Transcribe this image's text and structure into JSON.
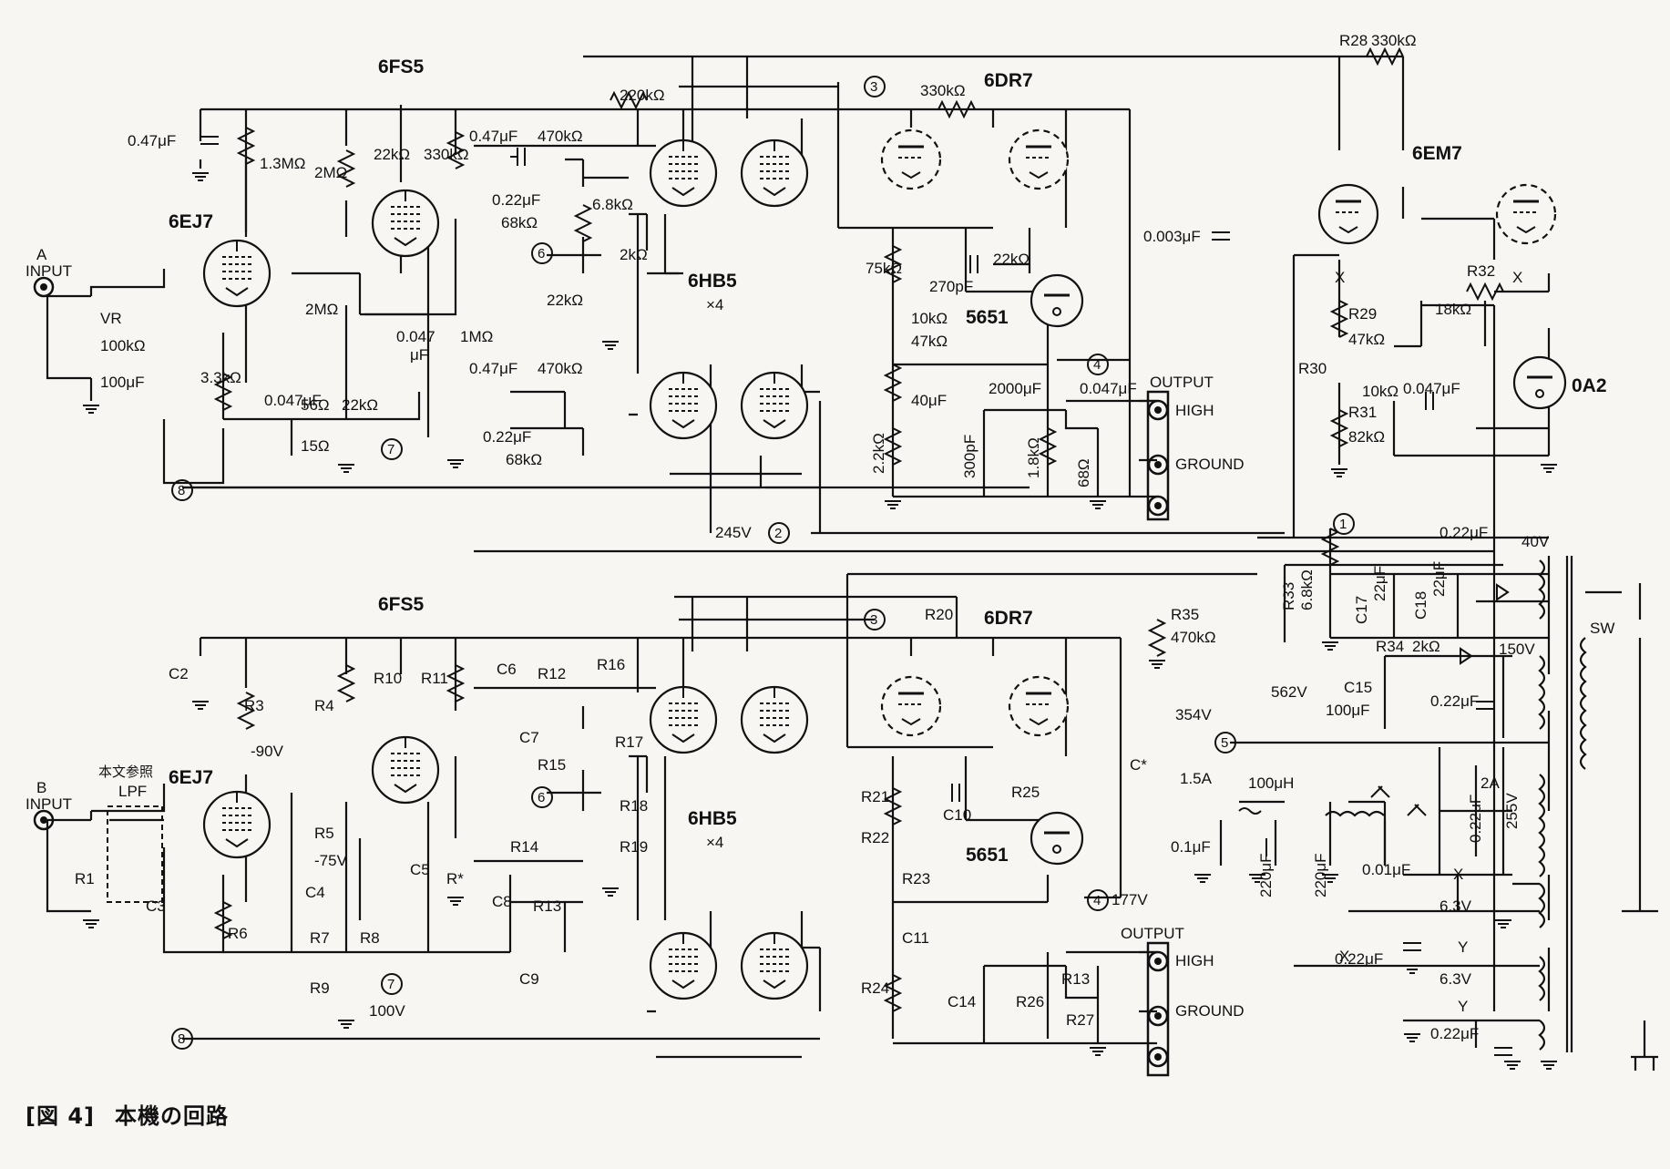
{
  "caption": {
    "figure": "[図 4]",
    "title": "本機の回路"
  },
  "tubes": {
    "v6ej7": "6EJ7",
    "v6fs5": "6FS5",
    "v6hb5": "6HB5",
    "x4": "×4",
    "v6dr7": "6DR7",
    "v5651": "5651",
    "v6em7": "6EM7",
    "v0a2": "0A2"
  },
  "channel_a": {
    "input": [
      "A",
      "INPUT"
    ],
    "vr": "VR",
    "vr_value": "100kΩ",
    "c_047": "0.47μF",
    "r_13M": "1.3MΩ",
    "r_2M_top": "2MΩ",
    "c_100u": "100μF",
    "r_33k": "3.3kΩ",
    "c_0047": "0.047μF",
    "r_2M_vr": "2MΩ",
    "r_56": "56Ω",
    "r_22k_fb": "22kΩ",
    "r_15": "15Ω",
    "r_22k_a": "22kΩ",
    "r_330k_a": "330kΩ",
    "c_0047_b": "0.047",
    "c_0047_b_unit": "μF",
    "r_1M": "1MΩ",
    "r_220k": "220kΩ",
    "c_047_top": "0.47μF",
    "r_470k_top": "470kΩ",
    "c_022_top": "0.22μF",
    "r_68k_top": "68kΩ",
    "r_68k_6": "6.8kΩ",
    "pot_2k": "2kΩ",
    "r_22k_bias": "22kΩ",
    "c_047_bot": "0.47μF",
    "r_470k_bot": "470kΩ",
    "c_022_bot": "0.22μF",
    "r_68k_bot": "68kΩ",
    "r_330k_dr7": "330kΩ",
    "r_75k": "75kΩ",
    "r_22k_dr7": "22kΩ",
    "c_270p": "270pF",
    "c_0003": "0.003μF",
    "pot_10k": "10kΩ",
    "r_47k": "47kΩ",
    "c_40u": "40μF",
    "r_22k_low": "2.2kΩ",
    "c_2000u": "2000μF",
    "c_0047_out": "0.047μF",
    "c_300p": "300pF",
    "r_18k_out": "1.8kΩ",
    "r_68_out": "68Ω",
    "output": "OUTPUT",
    "high": "HIGH",
    "ground": "GROUND",
    "v245": "245V"
  },
  "channel_b": {
    "input": [
      "B",
      "INPUT"
    ],
    "ref": "本文参照",
    "lpf": "LPF",
    "R1": "R1",
    "C2": "C2",
    "R3": "R3",
    "v90": "-90V",
    "R4": "R4",
    "C3": "C3",
    "R6": "R6",
    "C4": "C4",
    "v75": "-75V",
    "R5": "R5",
    "R7": "R7",
    "R8": "R8",
    "R9": "R9",
    "v100": "100V",
    "R10": "R10",
    "R11": "R11",
    "C5": "C5",
    "Rstar": "R*",
    "R16": "R16",
    "C6": "C6",
    "R12": "R12",
    "C7": "C7",
    "R15": "R15",
    "R17": "R17",
    "R18": "R18",
    "R19": "R19",
    "R14": "R14",
    "C8": "C8",
    "R13": "R13",
    "C9": "C9",
    "R20": "R20",
    "R21": "R21",
    "R22": "R22",
    "R23": "R23",
    "R24": "R24",
    "R25": "R25",
    "C10": "C10",
    "C11": "C11",
    "Cstar": "C*",
    "v177": "177V",
    "C14": "C14",
    "R26": "R26",
    "R27": "R27",
    "output": "OUTPUT",
    "high": "HIGH",
    "ground": "GROUND"
  },
  "regulator": {
    "R28": "R28",
    "r_330k": "330kΩ",
    "R29": "R29",
    "r_47k": "47kΩ",
    "R30": "R30",
    "pot_10k": "10kΩ",
    "R31": "R31",
    "r_82k": "82kΩ",
    "R32": "R32",
    "r_18k": "18kΩ",
    "c_0047": "0.047μF",
    "x": "X"
  },
  "power": {
    "R33": "R33",
    "r_68k": "6.8kΩ",
    "C17": "C17",
    "c_22u_a": "22μF",
    "C18": "C18",
    "c_22u_b": "22μF",
    "R34": "R34",
    "pot_2k": "2kΩ",
    "R35": "R35",
    "r_470k": "470kΩ",
    "c_022_40": "0.22μF",
    "v40": "40V",
    "v150": "150V",
    "v562": "562V",
    "C15": "C15",
    "c_100u": "100μF",
    "c_022_150": "0.22μF",
    "v354": "354V",
    "fuse": "1.5A",
    "choke": "100μH",
    "fuse2": "2A",
    "c_01": "0.1μF",
    "c_220_a": "220μF",
    "c_220_b": "220μF",
    "c_001": "0.01μF",
    "c_022_255": "0.22μF",
    "v255": "255V",
    "x": "X",
    "v63_a": "6.3V",
    "y": "Y",
    "v63_b": "6.3V",
    "c_022_h1": "0.22μF",
    "c_022_h2": "0.22μF",
    "sw": "SW"
  },
  "nodes": [
    "1",
    "2",
    "3",
    "4",
    "5",
    "6",
    "7",
    "8"
  ]
}
